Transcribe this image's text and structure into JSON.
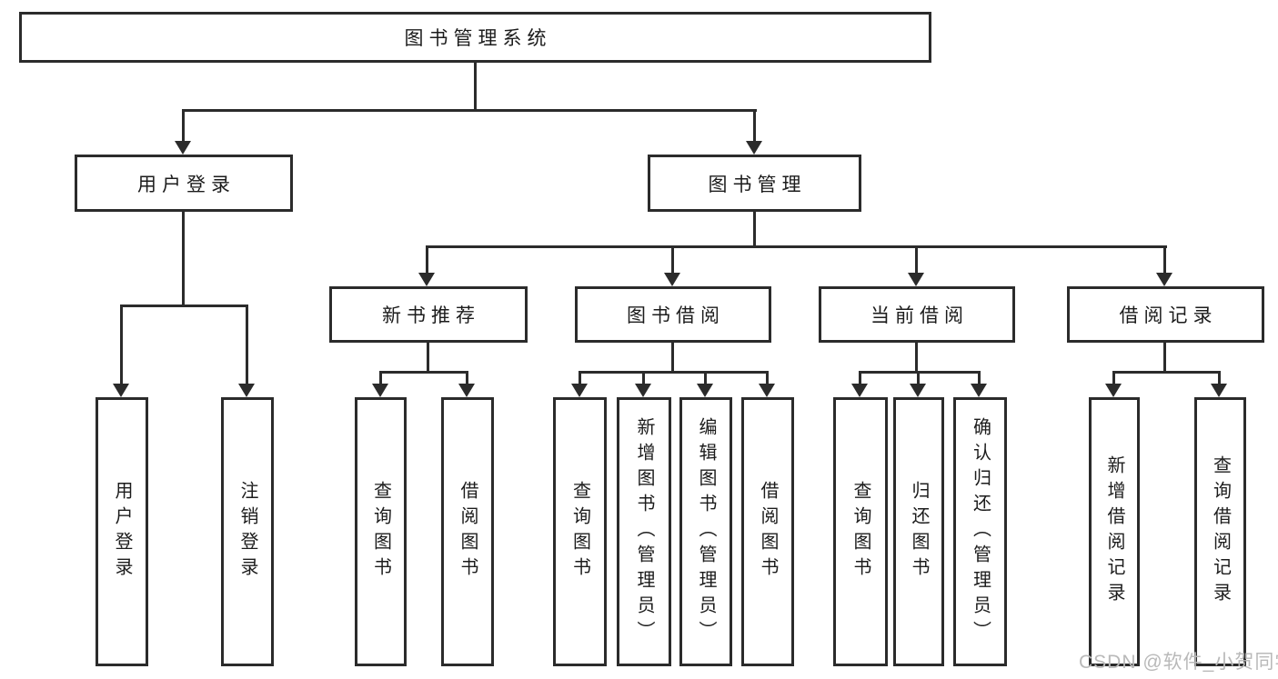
{
  "watermark": {
    "text": "CSDN @软件_小贺同学",
    "color": "#b9b9b9"
  },
  "colors": {
    "line": "#2b2b2b",
    "text": "#1c1c1c",
    "background": "#ffffff"
  },
  "tree": {
    "root": {
      "label": "图书管理系统"
    },
    "branches": [
      {
        "label": "用户登录",
        "leaves": [
          "用户登录",
          "注销登录"
        ]
      },
      {
        "label": "图书管理",
        "children": [
          {
            "label": "新书推荐",
            "leaves": [
              "查询图书",
              "借阅图书"
            ]
          },
          {
            "label": "图书借阅",
            "leaves": [
              "查询图书",
              "新增图书（管理员）",
              "编辑图书（管理员）",
              "借阅图书"
            ]
          },
          {
            "label": "当前借阅",
            "leaves": [
              "查询图书",
              "归还图书",
              "确认归还（管理员）"
            ]
          },
          {
            "label": "借阅记录",
            "leaves": [
              "新增借阅记录",
              "查询借阅记录"
            ]
          }
        ]
      }
    ]
  }
}
